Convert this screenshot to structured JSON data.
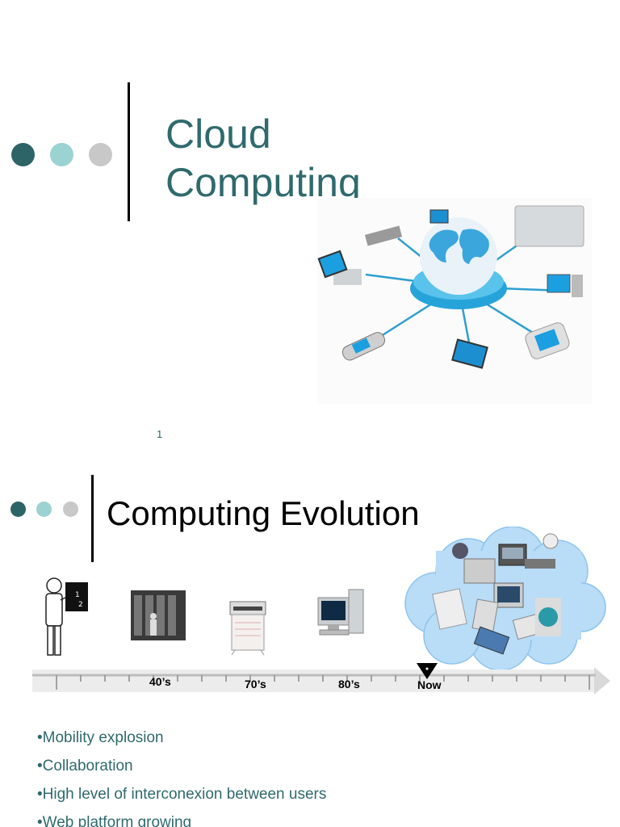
{
  "slide1": {
    "title_line1": "Cloud",
    "title_line2": "Computing",
    "page_number": "1",
    "dot_colors": [
      "#2d6468",
      "#9bd2d2",
      "#c8c8c8"
    ],
    "title_color": "#2f6a6d"
  },
  "slide2": {
    "title": "Computing Evolution",
    "timeline_labels": [
      "40’s",
      "70’s",
      "80’s",
      "Now"
    ],
    "bullets": [
      "•Mobility explosion",
      "•Collaboration",
      "•High level of interconexion between users",
      "•Web platform growing"
    ],
    "dot_colors": [
      "#2d6468",
      "#9bd2d2",
      "#c8c8c8"
    ]
  },
  "icons": [
    "globe-network-icon",
    "person-abacus-icon",
    "mainframe-icon",
    "terminal-icon",
    "desktop-computer-icon",
    "cloud-devices-icon"
  ]
}
